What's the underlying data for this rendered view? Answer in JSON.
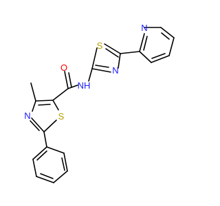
{
  "molecule": {
    "atoms": {
      "n_pyridine": {
        "symbol": "N",
        "color": "#1a1aff"
      },
      "s_thiazole_top": {
        "symbol": "S",
        "color": "#b3a000"
      },
      "n_thiazole_top": {
        "symbol": "N",
        "color": "#1a1aff"
      },
      "o_amide": {
        "symbol": "O",
        "color": "#ff0000"
      },
      "nh_amide": {
        "symbol": "NH",
        "color": "#1a1aff"
      },
      "n_thiazole_bottom": {
        "symbol": "N",
        "color": "#1a1aff"
      },
      "s_thiazole_bottom": {
        "symbol": "S",
        "color": "#b3a000"
      }
    }
  }
}
